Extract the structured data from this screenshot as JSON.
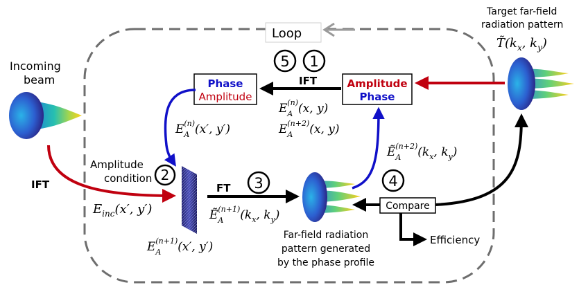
{
  "labels": {
    "loop": "Loop",
    "incoming_line1": "Incoming",
    "incoming_line2": "beam",
    "target_line1": "Target far-field",
    "target_line2": "radiation pattern",
    "target_formula": "T̃(kx, ky)",
    "ift_left": "IFT",
    "ift_top": "IFT",
    "ft": "FT",
    "phase": "Phase",
    "amplitude": "Amplitude",
    "amplitude2": "Amplitude",
    "phase2": "Phase",
    "amp_cond_line1": "Amplitude",
    "amp_cond_line2": "condition",
    "compare": "Compare",
    "efficiency": "Efficiency",
    "farfield_line1": "Far-field radiation",
    "farfield_line2": "pattern generated",
    "farfield_line3": "by the phase profile"
  },
  "steps": {
    "s1": "1",
    "s2": "2",
    "s3": "3",
    "s4": "4",
    "s5": "5"
  },
  "formulas": {
    "einc": "Einc(x′, y′)",
    "ea_n_xp": "EA(n)(x′, y′)",
    "ea_n_xy": "EA(n)(x, y)",
    "ea_n2_xy": "EA(n+2)(x, y)",
    "ea_n1_xp": "EA(n+1)(x′, y′)",
    "ea_n1_k": "ẼA(n+1)(kx, ky)",
    "ea_n2_k": "ẼA(n+2)(kx, ky)"
  },
  "colors": {
    "red": "#c0000f",
    "blue": "#1010c8",
    "black": "#000000",
    "dash": "#6e6e6e",
    "loop_arrow": "#9a9a9a"
  }
}
